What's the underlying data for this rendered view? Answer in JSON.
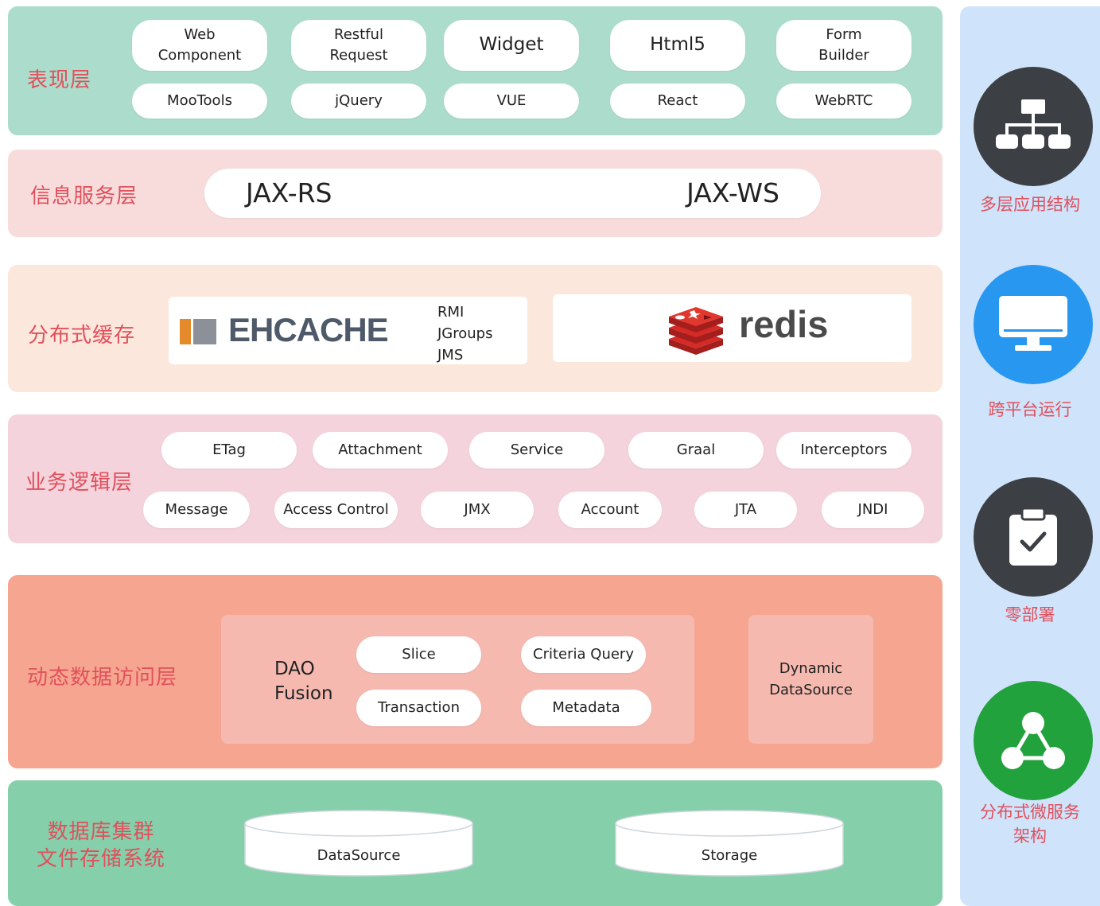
{
  "presentation_layer": {
    "label": "表现层",
    "top_row": [
      {
        "lines": [
          "Web",
          "Component"
        ]
      },
      {
        "lines": [
          "Restful",
          "Request"
        ]
      },
      {
        "lines": [
          "Widget"
        ]
      },
      {
        "lines": [
          "Html5"
        ]
      },
      {
        "lines": [
          "Form",
          "Builder"
        ]
      }
    ],
    "bottom_row": [
      "MooTools",
      "jQuery",
      "VUE",
      "React",
      "WebRTC"
    ]
  },
  "info_service_layer": {
    "label": "信息服务层",
    "items": [
      "JAX-RS",
      "JAX-WS"
    ]
  },
  "cache_layer": {
    "label": "分布式缓存",
    "ehcache_logo": "EHCACHE",
    "ehcache_protocols": [
      "RMI",
      "JGroups",
      "JMS"
    ],
    "redis_logo": "redis"
  },
  "business_layer": {
    "label": "业务逻辑层",
    "top_row": [
      "ETag",
      "Attachment",
      "Service",
      "Graal",
      "Interceptors"
    ],
    "bottom_row": [
      "Message",
      "Access Control",
      "JMX",
      "Account",
      "JTA",
      "JNDI"
    ]
  },
  "data_access_layer": {
    "label": "动态数据访问层",
    "dao_fusion": [
      "DAO",
      "Fusion"
    ],
    "items": [
      "Slice",
      "Criteria Query",
      "Transaction",
      "Metadata"
    ],
    "dynamic_datasource": [
      "Dynamic",
      "DataSource"
    ]
  },
  "database_layer": {
    "label_lines": [
      "数据库集群",
      "文件存储系统"
    ],
    "cylinders": [
      "DataSource",
      "Storage"
    ]
  },
  "features": [
    {
      "icon": "hierarchy-icon",
      "color": "#3c3f44",
      "lines": [
        "多层应用结构"
      ]
    },
    {
      "icon": "monitor-icon",
      "color": "#2797f0",
      "lines": [
        "跨平台运行"
      ]
    },
    {
      "icon": "clipboard-check-icon",
      "color": "#3c3f44",
      "lines": [
        "零部署"
      ]
    },
    {
      "icon": "network-nodes-icon",
      "color": "#22a23c",
      "lines": [
        "分布式微服务",
        "架构"
      ]
    }
  ],
  "colors": {
    "label_text": "#e0505c",
    "presentation_bg": "#acdccb",
    "service_bg": "#f8dcdc",
    "cache_bg": "#fce7dc",
    "business_bg": "#f4d3dc",
    "data_access_bg": "#f6a690",
    "database_bg": "#85d0ab",
    "side_panel_bg": "#cfe3fa",
    "ehcache_orange": "#e48a2a",
    "ehcache_text": "#4e5a6a",
    "redis_red": "#d42b27"
  }
}
